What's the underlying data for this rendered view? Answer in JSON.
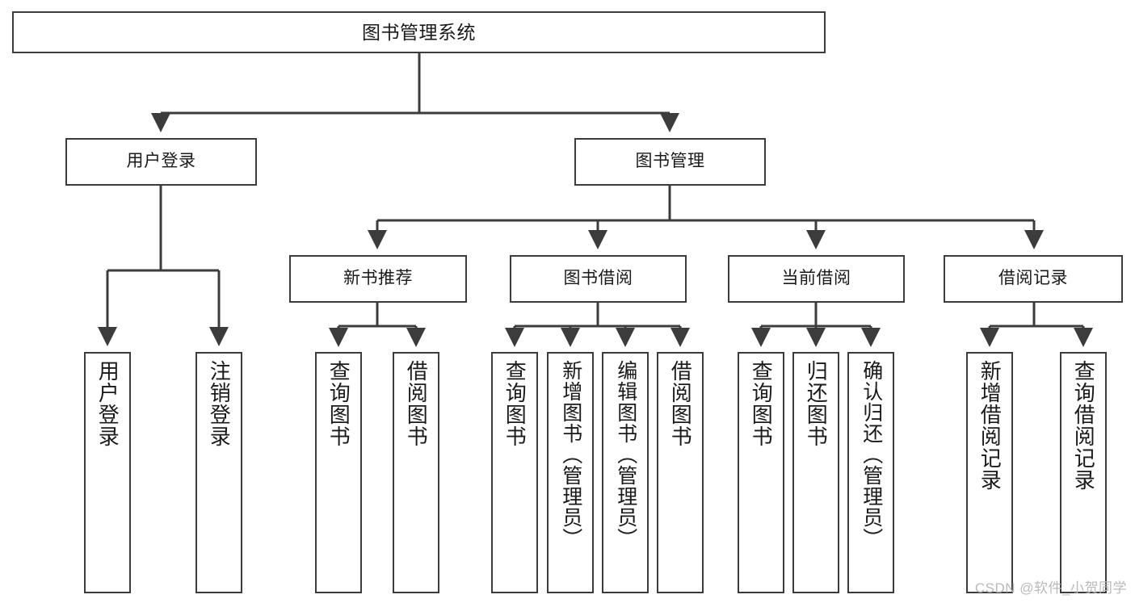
{
  "diagram": {
    "type": "tree",
    "title": "图书管理系统",
    "watermark": "CSDN @软件_小贺同学",
    "colors": {
      "box_border": "#3c3c3c",
      "box_fill": "#ffffff",
      "connector": "#3c3c3c",
      "text": "#1a1a1a",
      "watermark": "#b9b9b9"
    },
    "root": {
      "label": "图书管理系统"
    },
    "level1": [
      {
        "label": "用户登录"
      },
      {
        "label": "图书管理"
      }
    ],
    "level2": [
      {
        "label": "新书推荐"
      },
      {
        "label": "图书借阅"
      },
      {
        "label": "当前借阅"
      },
      {
        "label": "借阅记录"
      }
    ],
    "leaves": {
      "user_login": [
        {
          "label": "用户登录"
        },
        {
          "label": "注销登录"
        }
      ],
      "new_book": [
        {
          "label": "查询图书"
        },
        {
          "label": "借阅图书"
        }
      ],
      "book_borrow": [
        {
          "label": "查询图书"
        },
        {
          "label": "新增图书（管理员）"
        },
        {
          "label": "编辑图书（管理员）"
        },
        {
          "label": "借阅图书"
        }
      ],
      "current_borrow": [
        {
          "label": "查询图书"
        },
        {
          "label": "归还图书"
        },
        {
          "label": "确认归还（管理员）"
        }
      ],
      "borrow_record": [
        {
          "label": "新增借阅记录"
        },
        {
          "label": "查询借阅记录"
        }
      ]
    }
  }
}
